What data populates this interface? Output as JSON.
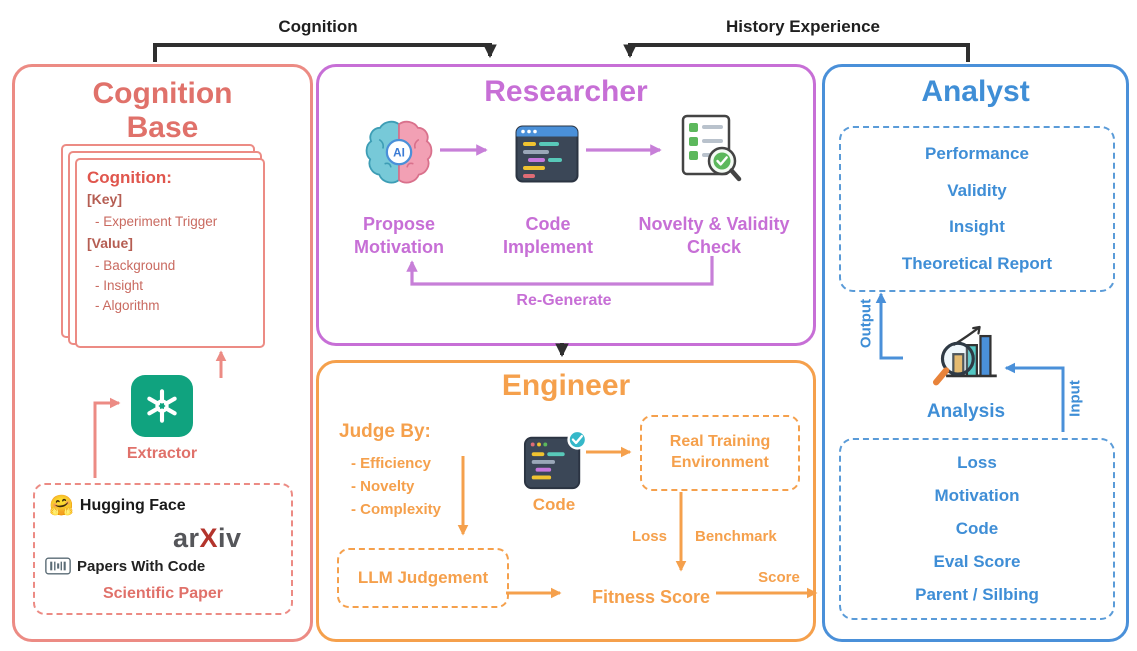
{
  "top_arrows": {
    "cognition": "Cognition",
    "history": "History Experience"
  },
  "colors": {
    "salmon": "#ec8b84",
    "purple": "#c76fd6",
    "orange": "#f5a04c",
    "blue": "#3f8ed6",
    "black_arrow": "#2f2f2f",
    "openai_green": "#10a37f"
  },
  "cognition_base": {
    "title_line1": "Cognition",
    "title_line2": "Base",
    "card": {
      "heading": "Cognition:",
      "key_label": "[Key]",
      "key_item": "- Experiment Trigger",
      "value_label": "[Value]",
      "value_items": [
        "- Background",
        "- Insight",
        "- Algorithm"
      ]
    },
    "extractor_label": "Extractor",
    "sources": {
      "huggingface_emoji": "🤗",
      "huggingface": "Hugging Face",
      "arxiv_pre": "ar",
      "arxiv_x": "X",
      "arxiv_post": "iv",
      "papers_with_code": "Papers With Code",
      "caption": "Scientific Paper"
    }
  },
  "researcher": {
    "title": "Researcher",
    "ai_badge": "AI",
    "steps": [
      {
        "l1": "Propose",
        "l2": "Motivation"
      },
      {
        "l1": "Code",
        "l2": "Implement"
      },
      {
        "l1": "Novelty & Validity",
        "l2": "Check"
      }
    ],
    "regenerate_label": "Re-Generate"
  },
  "engineer": {
    "title": "Engineer",
    "judge_by": {
      "heading": "Judge By:",
      "items": [
        "- Efficiency",
        "- Novelty",
        "- Complexity"
      ]
    },
    "code_label": "Code",
    "real_training_env": "Real Training Environment",
    "llm_judgement": "LLM Judgement",
    "fitness_score": "Fitness Score",
    "loss_label": "Loss",
    "benchmark_label": "Benchmark",
    "score_label": "Score"
  },
  "analyst": {
    "title": "Analyst",
    "outputs": [
      "Performance",
      "Validity",
      "Insight",
      "Theoretical Report"
    ],
    "analysis_label": "Analysis",
    "output_label": "Output",
    "input_label": "Input",
    "inputs": [
      "Loss",
      "Motivation",
      "Code",
      "Eval Score",
      "Parent / Silbing"
    ]
  }
}
